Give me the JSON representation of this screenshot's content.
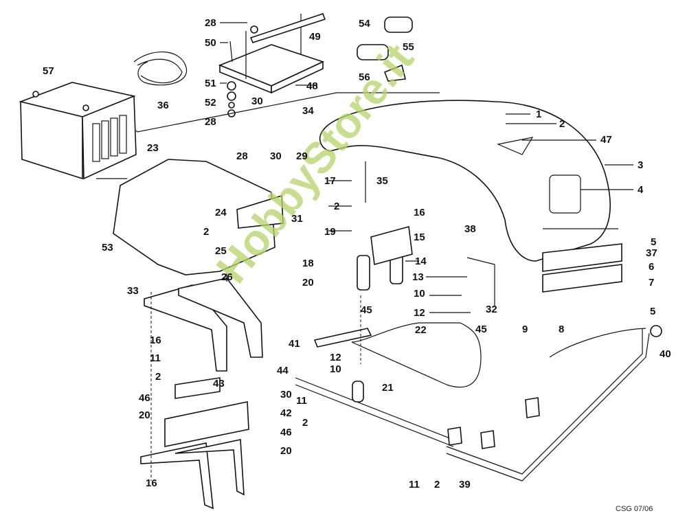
{
  "diagram": {
    "type": "exploded-parts-diagram",
    "footer_code": "CSG 07/06",
    "watermark": "HobbyStore.it",
    "parts": [
      {
        "id": "57",
        "name": "battery"
      },
      {
        "id": "36",
        "name": "wiring-harness"
      },
      {
        "id": "28a",
        "label": "28"
      },
      {
        "id": "50",
        "label": "50"
      },
      {
        "id": "49",
        "label": "49"
      },
      {
        "id": "48",
        "label": "48"
      },
      {
        "id": "51",
        "label": "51"
      },
      {
        "id": "30a",
        "label": "30"
      },
      {
        "id": "52",
        "label": "52"
      },
      {
        "id": "28b",
        "label": "28"
      },
      {
        "id": "54",
        "label": "54"
      },
      {
        "id": "55",
        "label": "55"
      },
      {
        "id": "56",
        "label": "56"
      },
      {
        "id": "34",
        "label": "34"
      },
      {
        "id": "1",
        "label": "1"
      },
      {
        "id": "2a",
        "label": "2"
      },
      {
        "id": "47",
        "label": "47"
      },
      {
        "id": "3",
        "label": "3"
      },
      {
        "id": "4",
        "label": "4"
      },
      {
        "id": "23",
        "label": "23"
      },
      {
        "id": "28c",
        "label": "28"
      },
      {
        "id": "30b",
        "label": "30"
      },
      {
        "id": "29",
        "label": "29"
      },
      {
        "id": "17",
        "label": "17"
      },
      {
        "id": "35",
        "label": "35"
      },
      {
        "id": "16a",
        "label": "16"
      },
      {
        "id": "38",
        "label": "38"
      },
      {
        "id": "31",
        "label": "31"
      },
      {
        "id": "24",
        "label": "24"
      },
      {
        "id": "2b",
        "label": "2"
      },
      {
        "id": "2c",
        "label": "2"
      },
      {
        "id": "19",
        "label": "19"
      },
      {
        "id": "15",
        "label": "15"
      },
      {
        "id": "53",
        "label": "53"
      },
      {
        "id": "25",
        "label": "25"
      },
      {
        "id": "18",
        "label": "18"
      },
      {
        "id": "14",
        "label": "14"
      },
      {
        "id": "5a",
        "label": "5"
      },
      {
        "id": "37",
        "label": "37"
      },
      {
        "id": "6",
        "label": "6"
      },
      {
        "id": "20a",
        "label": "20"
      },
      {
        "id": "13",
        "label": "13"
      },
      {
        "id": "7",
        "label": "7"
      },
      {
        "id": "33",
        "label": "33"
      },
      {
        "id": "26",
        "label": "26"
      },
      {
        "id": "10a",
        "label": "10"
      },
      {
        "id": "32",
        "label": "32"
      },
      {
        "id": "5b",
        "label": "5"
      },
      {
        "id": "12a",
        "label": "12"
      },
      {
        "id": "45a",
        "label": "45"
      },
      {
        "id": "45b",
        "label": "45"
      },
      {
        "id": "9",
        "label": "9"
      },
      {
        "id": "8",
        "label": "8"
      },
      {
        "id": "16b",
        "label": "16"
      },
      {
        "id": "22",
        "label": "22"
      },
      {
        "id": "41",
        "label": "41"
      },
      {
        "id": "40",
        "label": "40"
      },
      {
        "id": "11a",
        "label": "11"
      },
      {
        "id": "12b",
        "label": "12"
      },
      {
        "id": "10b",
        "label": "10"
      },
      {
        "id": "2d",
        "label": "2"
      },
      {
        "id": "44",
        "label": "44"
      },
      {
        "id": "43",
        "label": "43"
      },
      {
        "id": "21",
        "label": "21"
      },
      {
        "id": "46a",
        "label": "46"
      },
      {
        "id": "30c",
        "label": "30"
      },
      {
        "id": "11b",
        "label": "11"
      },
      {
        "id": "20b",
        "label": "20"
      },
      {
        "id": "42",
        "label": "42"
      },
      {
        "id": "2e",
        "label": "2"
      },
      {
        "id": "46b",
        "label": "46"
      },
      {
        "id": "20c",
        "label": "20"
      },
      {
        "id": "16c",
        "label": "16"
      },
      {
        "id": "11c",
        "label": "11"
      },
      {
        "id": "2f",
        "label": "2"
      },
      {
        "id": "39",
        "label": "39"
      }
    ]
  }
}
